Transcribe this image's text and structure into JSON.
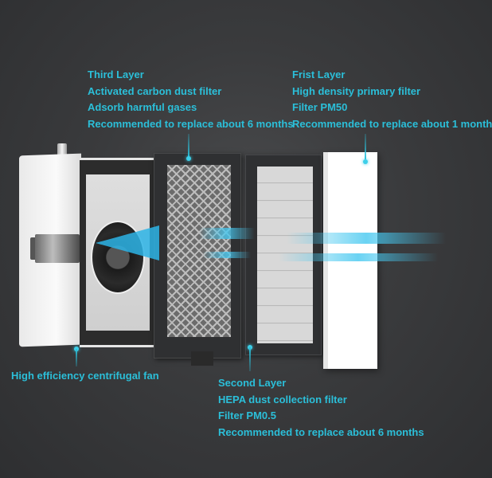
{
  "labels": {
    "third_layer": {
      "title": "Third Layer",
      "lines": [
        "Activated carbon dust filter",
        "Adsorb harmful gases",
        "Recommended to replace about 6 months"
      ]
    },
    "first_layer": {
      "title": "Frist Layer",
      "lines": [
        "High density primary filter",
        "Filter PM50",
        "Recommended to replace about 1 month"
      ]
    },
    "second_layer": {
      "title": "Second Layer",
      "lines": [
        "HEPA dust collection filter",
        "Filter PM0.5",
        "Recommended to replace about 6 months"
      ]
    },
    "fan": {
      "title": "High efficiency centrifugal fan"
    }
  },
  "colors": {
    "accent": "#2bbfd9",
    "background": "#3a3b3d",
    "airflow": "#46c8f0"
  },
  "components": [
    "centrifugal-fan-housing",
    "activated-carbon-filter",
    "hepa-filter",
    "primary-filter"
  ]
}
